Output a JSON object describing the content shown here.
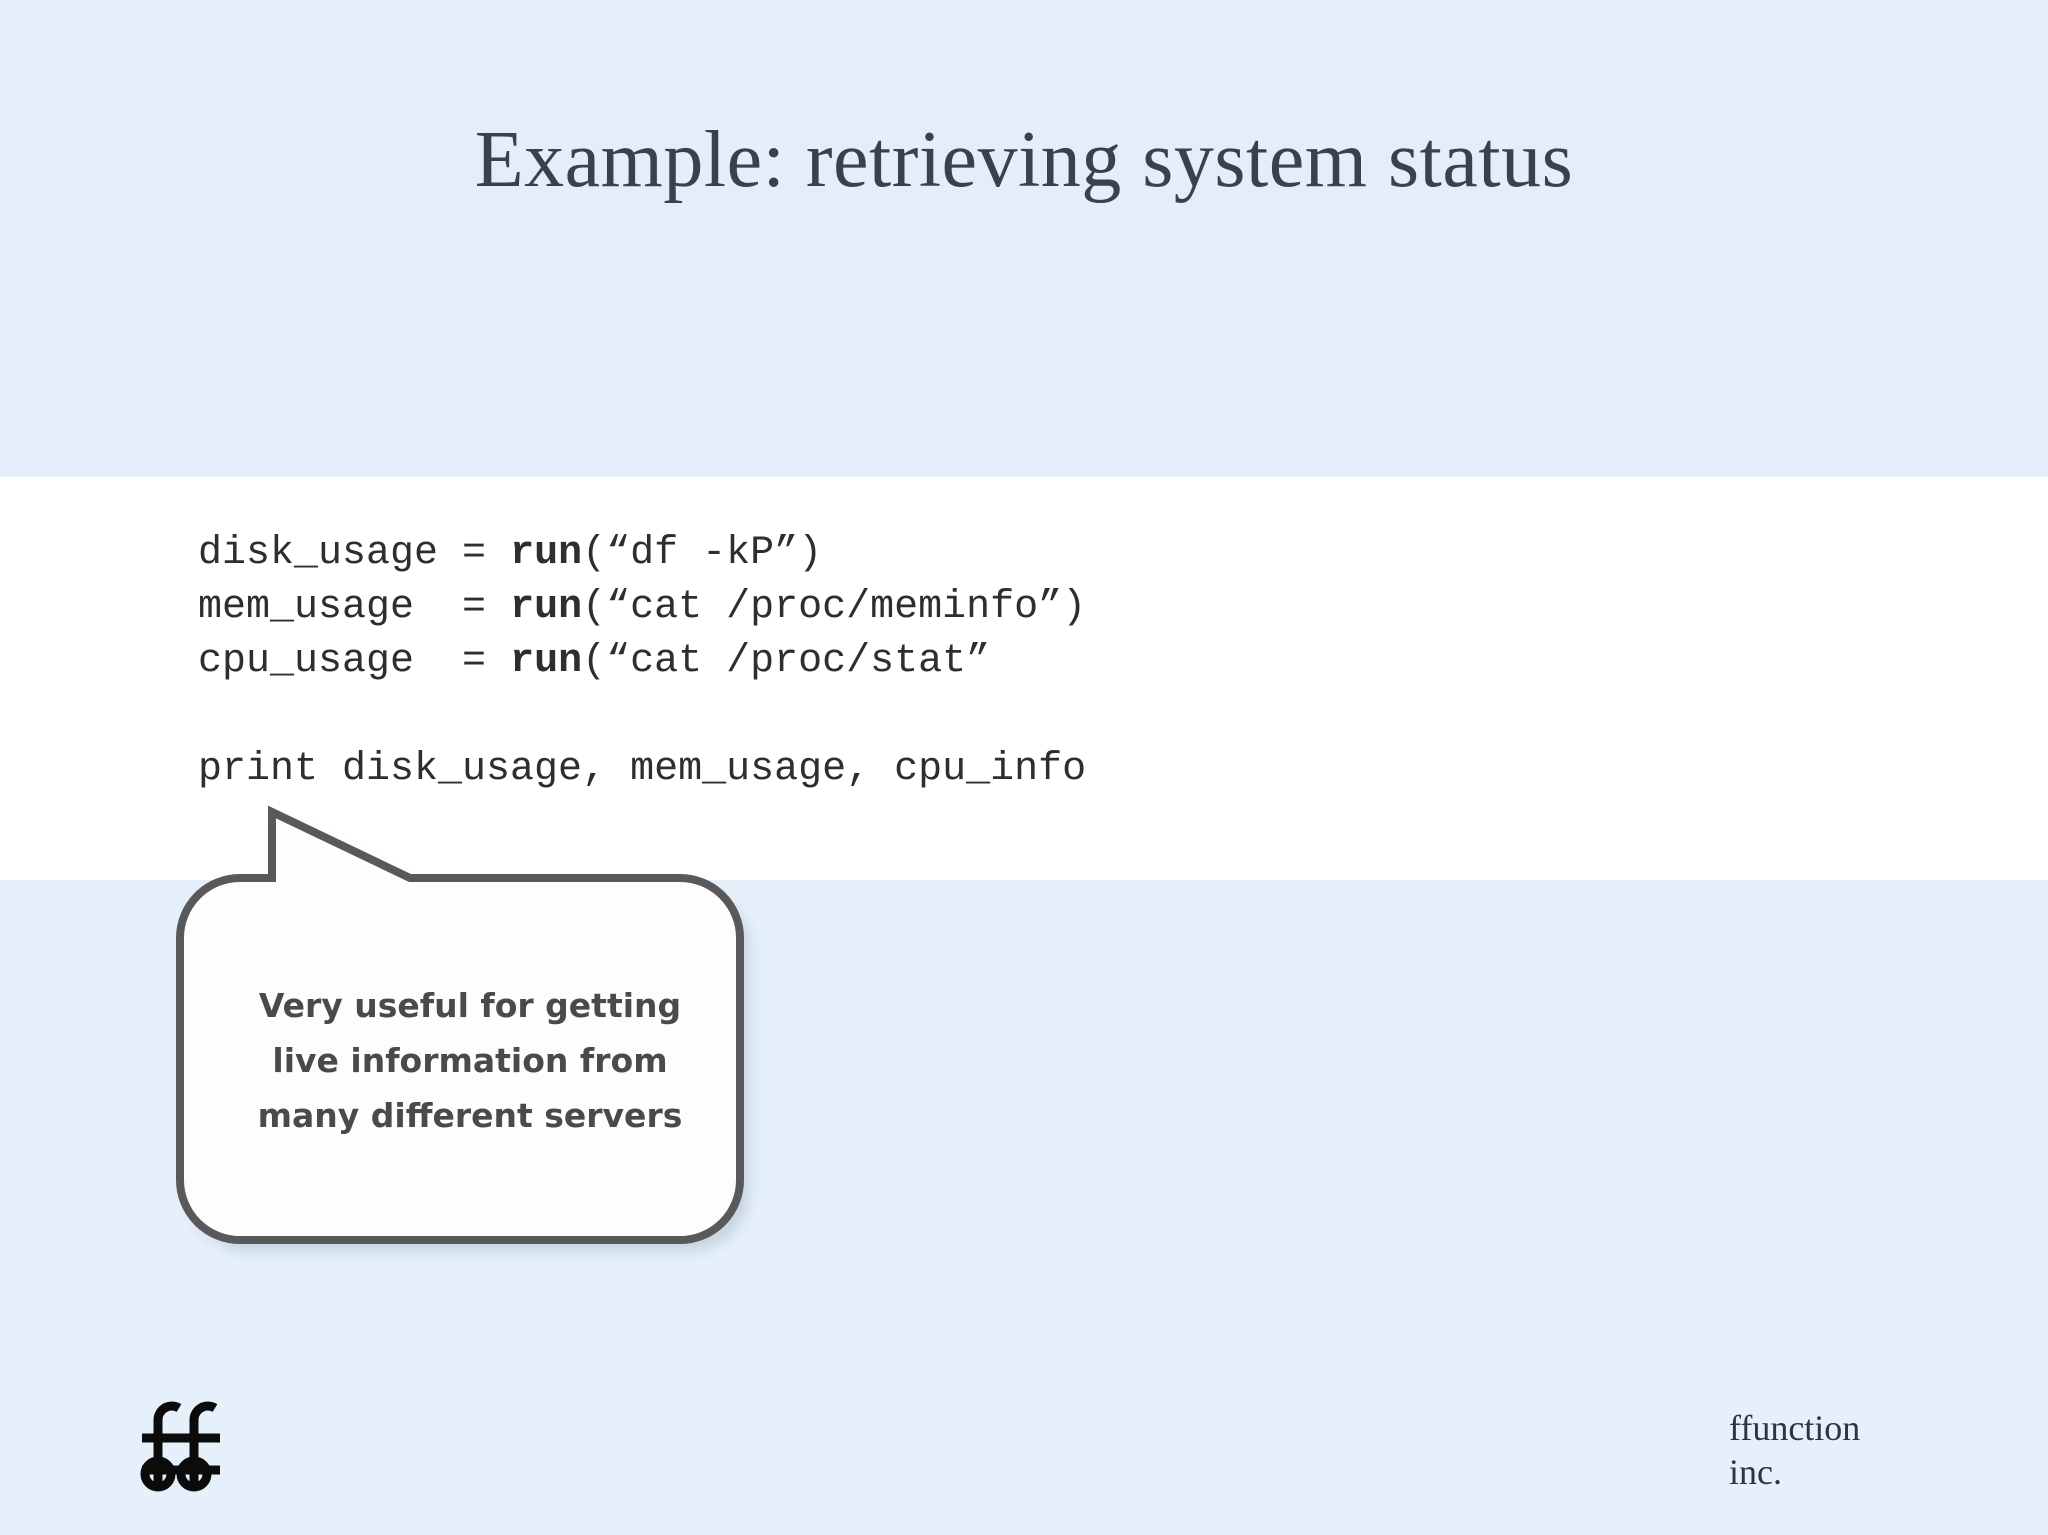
{
  "slide": {
    "title": "Example: retrieving system status",
    "background_top": "#e4eefb",
    "background_band": "#ffffff",
    "background_bottom": "#e5f0fa",
    "title_color": "#39424a"
  },
  "code_block": {
    "language": "python",
    "text_color": "#2e2e2e",
    "lines": [
      {
        "id": "line-disk-usage",
        "segments": [
          {
            "text": "disk_usage = ",
            "bold": false
          },
          {
            "text": "run",
            "bold": true
          },
          {
            "text": "(“df -kP”)",
            "bold": false
          }
        ]
      },
      {
        "id": "line-mem-usage",
        "segments": [
          {
            "text": "mem_usage  = ",
            "bold": false
          },
          {
            "text": "run",
            "bold": true
          },
          {
            "text": "(“cat /proc/meminfo”)",
            "bold": false
          }
        ]
      },
      {
        "id": "line-cpu-usage",
        "segments": [
          {
            "text": "cpu_usage  = ",
            "bold": false
          },
          {
            "text": "run",
            "bold": true
          },
          {
            "text": "(“cat /proc/stat”",
            "bold": false
          }
        ]
      },
      {
        "id": "line-blank",
        "segments": []
      },
      {
        "id": "line-print",
        "segments": [
          {
            "text": "print disk_usage, mem_usage, cpu_info",
            "bold": false
          }
        ]
      }
    ]
  },
  "callout": {
    "name": "speech-bubble",
    "stroke_color": "#595959",
    "fill_color": "#fdfdfd",
    "text_color": "#4a4a4a",
    "lines": [
      "Very useful for getting",
      "live information from",
      "many different servers"
    ]
  },
  "footer": {
    "logo_icon": "ffunction-ff-ligature-logo",
    "brand_lines": [
      "ffunction",
      "inc."
    ],
    "brand_color": "#2d3640"
  }
}
